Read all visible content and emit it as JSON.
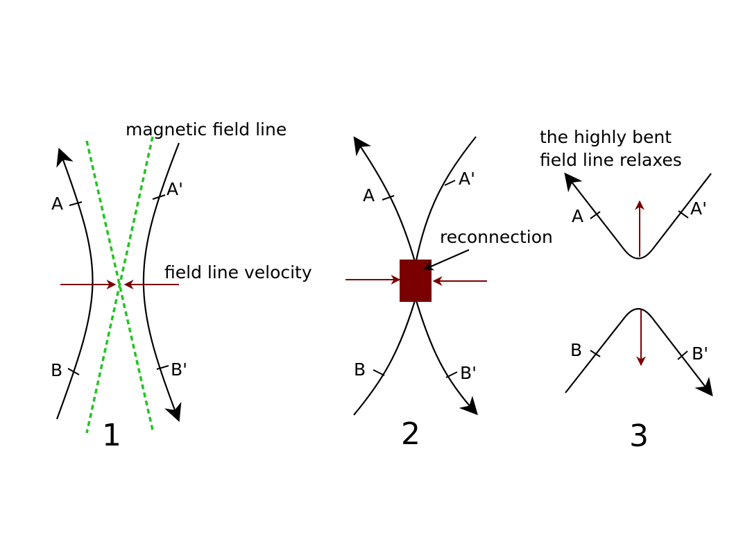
{
  "annotations": {
    "magnetic_field_line": "magnetic field line",
    "field_line_velocity": "field line velocity",
    "reconnection": "reconnection",
    "relax_line1": "the highly bent",
    "relax_line2": "field line relaxes"
  },
  "panels": [
    {
      "number": "1",
      "labels": {
        "a": "A",
        "a_prime": "A'",
        "b": "B",
        "b_prime": "B'"
      }
    },
    {
      "number": "2",
      "labels": {
        "a": "A",
        "a_prime": "A'",
        "b": "B",
        "b_prime": "B'"
      }
    },
    {
      "number": "3",
      "labels": {
        "a": "A",
        "a_prime": "A'",
        "b": "B",
        "b_prime": "B'"
      }
    }
  ],
  "colors": {
    "field_line": "#000000",
    "separatrix": "#22c322",
    "velocity_arrow": "#7a0000",
    "reconnection_region": "#7a0000"
  },
  "icons": {
    "arrowhead": "arrowhead-icon"
  }
}
